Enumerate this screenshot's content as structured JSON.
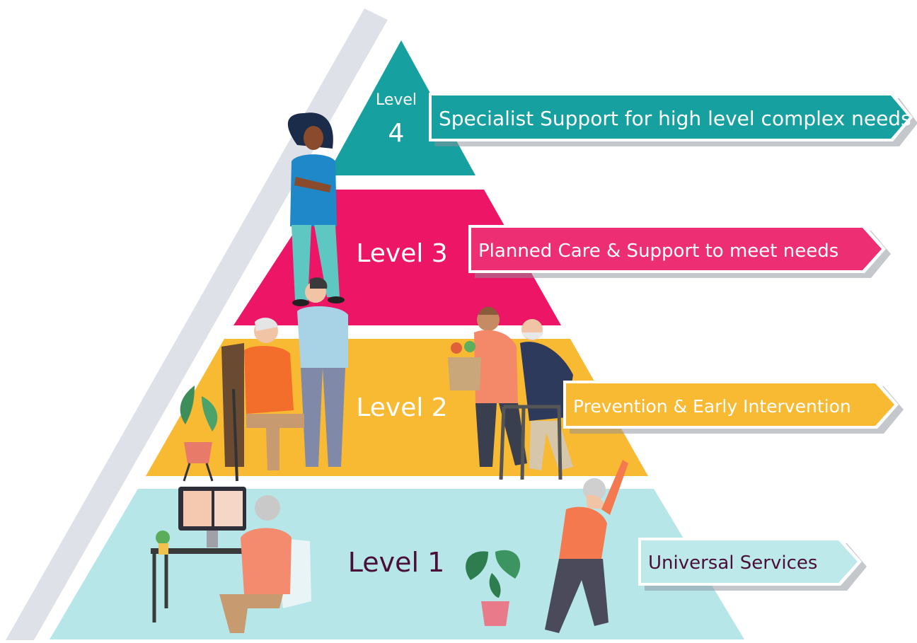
{
  "levels": {
    "level4": {
      "label_line1": "Level",
      "label_line2": "4",
      "description": "Specialist Support for high level complex needs",
      "color": "#16A09F"
    },
    "level3": {
      "label": "Level 3",
      "description": "Planned Care & Support to meet needs",
      "color": "#EC1566"
    },
    "level2": {
      "label": "Level 2",
      "description": "Prevention & Early Intervention",
      "color": "#F8B933"
    },
    "level1": {
      "label": "Level 1",
      "description": "Universal Services",
      "color": "#B6E6E8"
    }
  },
  "colors": {
    "shadow_stripe": "#DEE1E7",
    "level4_arrow": "#16A09F",
    "level3_arrow": "#EE2E73",
    "level2_arrow": "#F8B933",
    "level1_arrow": "#BDE9EB",
    "level1_text": "#4A0F38"
  }
}
